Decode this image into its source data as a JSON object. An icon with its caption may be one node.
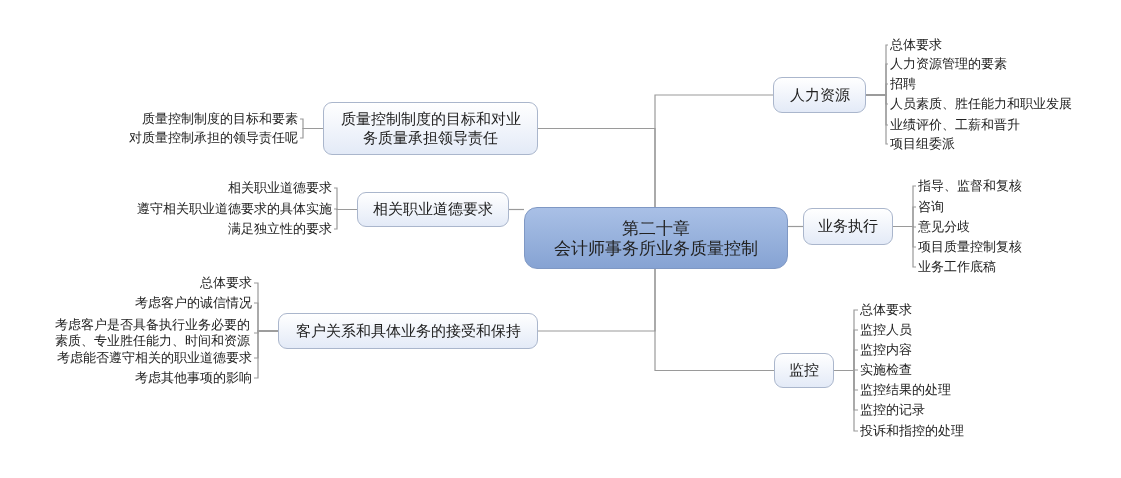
{
  "diagram": {
    "nodes": [
      {
        "text": [
          "第二十章",
          "会计师事务所业务质量控制"
        ]
      },
      {
        "text": [
          "质量控制制度的目标和对业务质量承担领导责任"
        ]
      },
      {
        "text": [
          "质量控制制度的目标和要素"
        ]
      },
      {
        "text": [
          "对质量控制承担的领导责任呢"
        ]
      },
      {
        "text": [
          "相关职业道德要求"
        ]
      },
      {
        "text": [
          "相关职业道德要求"
        ]
      },
      {
        "text": [
          "遵守相关职业道德要求的具体实施"
        ]
      },
      {
        "text": [
          "满足独立性的要求"
        ]
      },
      {
        "text": [
          "客户关系和具体业务的接受和保持"
        ]
      },
      {
        "text": [
          "总体要求"
        ]
      },
      {
        "text": [
          "考虑客户的诚信情况"
        ]
      },
      {
        "text": [
          "考虑客户是否具备执行业务必要的素质、专业胜任能力、时间和资源"
        ]
      },
      {
        "text": [
          "考虑能否遵守相关的职业道德要求"
        ]
      },
      {
        "text": [
          "考虑其他事项的影响"
        ]
      },
      {
        "text": [
          "人力资源"
        ]
      },
      {
        "text": [
          "总体要求"
        ]
      },
      {
        "text": [
          "人力资源管理的要素"
        ]
      },
      {
        "text": [
          "招聘"
        ]
      },
      {
        "text": [
          "人员素质、胜任能力和职业发展"
        ]
      },
      {
        "text": [
          "业绩评价、工薪和晋升"
        ]
      },
      {
        "text": [
          "项目组委派"
        ]
      },
      {
        "text": [
          "业务执行"
        ]
      },
      {
        "text": [
          "指导、监督和复核"
        ]
      },
      {
        "text": [
          "咨询"
        ]
      },
      {
        "text": [
          "意见分歧"
        ]
      },
      {
        "text": [
          "项目质量控制复核"
        ]
      },
      {
        "text": [
          "业务工作底稿"
        ]
      },
      {
        "text": [
          "监控"
        ]
      },
      {
        "text": [
          "总体要求"
        ]
      },
      {
        "text": [
          "监控人员"
        ]
      },
      {
        "text": [
          "监控内容"
        ]
      },
      {
        "text": [
          "实施检查"
        ]
      },
      {
        "text": [
          "监控结果的处理"
        ]
      },
      {
        "text": [
          "监控的记录"
        ]
      },
      {
        "text": [
          "投诉和指控的处理"
        ]
      }
    ],
    "edges": [
      {
        "from": 0,
        "to": 1,
        "arrow": "none"
      },
      {
        "from": 0,
        "to": 4,
        "arrow": "none"
      },
      {
        "from": 0,
        "to": 8,
        "arrow": "none"
      },
      {
        "from": 0,
        "to": 14,
        "arrow": "none"
      },
      {
        "from": 0,
        "to": 21,
        "arrow": "none"
      },
      {
        "from": 0,
        "to": 27,
        "arrow": "none"
      },
      {
        "from": 1,
        "to": 2,
        "arrow": "none"
      },
      {
        "from": 1,
        "to": 3,
        "arrow": "none"
      },
      {
        "from": 4,
        "to": 5,
        "arrow": "none"
      },
      {
        "from": 4,
        "to": 6,
        "arrow": "none"
      },
      {
        "from": 4,
        "to": 7,
        "arrow": "none"
      },
      {
        "from": 8,
        "to": 9,
        "arrow": "none"
      },
      {
        "from": 8,
        "to": 10,
        "arrow": "none"
      },
      {
        "from": 8,
        "to": 11,
        "arrow": "none"
      },
      {
        "from": 8,
        "to": 12,
        "arrow": "none"
      },
      {
        "from": 8,
        "to": 13,
        "arrow": "none"
      },
      {
        "from": 14,
        "to": 15,
        "arrow": "none"
      },
      {
        "from": 14,
        "to": 16,
        "arrow": "none"
      },
      {
        "from": 14,
        "to": 17,
        "arrow": "none"
      },
      {
        "from": 14,
        "to": 18,
        "arrow": "none"
      },
      {
        "from": 14,
        "to": 19,
        "arrow": "none"
      },
      {
        "from": 14,
        "to": 20,
        "arrow": "none"
      },
      {
        "from": 21,
        "to": 22,
        "arrow": "none"
      },
      {
        "from": 21,
        "to": 23,
        "arrow": "none"
      },
      {
        "from": 21,
        "to": 24,
        "arrow": "none"
      },
      {
        "from": 21,
        "to": 25,
        "arrow": "none"
      },
      {
        "from": 21,
        "to": 26,
        "arrow": "none"
      },
      {
        "from": 27,
        "to": 28,
        "arrow": "none"
      },
      {
        "from": 27,
        "to": 29,
        "arrow": "none"
      },
      {
        "from": 27,
        "to": 30,
        "arrow": "none"
      },
      {
        "from": 27,
        "to": 31,
        "arrow": "none"
      },
      {
        "from": 27,
        "to": 32,
        "arrow": "none"
      },
      {
        "from": 27,
        "to": 33,
        "arrow": "none"
      },
      {
        "from": 27,
        "to": 34,
        "arrow": "none"
      }
    ]
  }
}
